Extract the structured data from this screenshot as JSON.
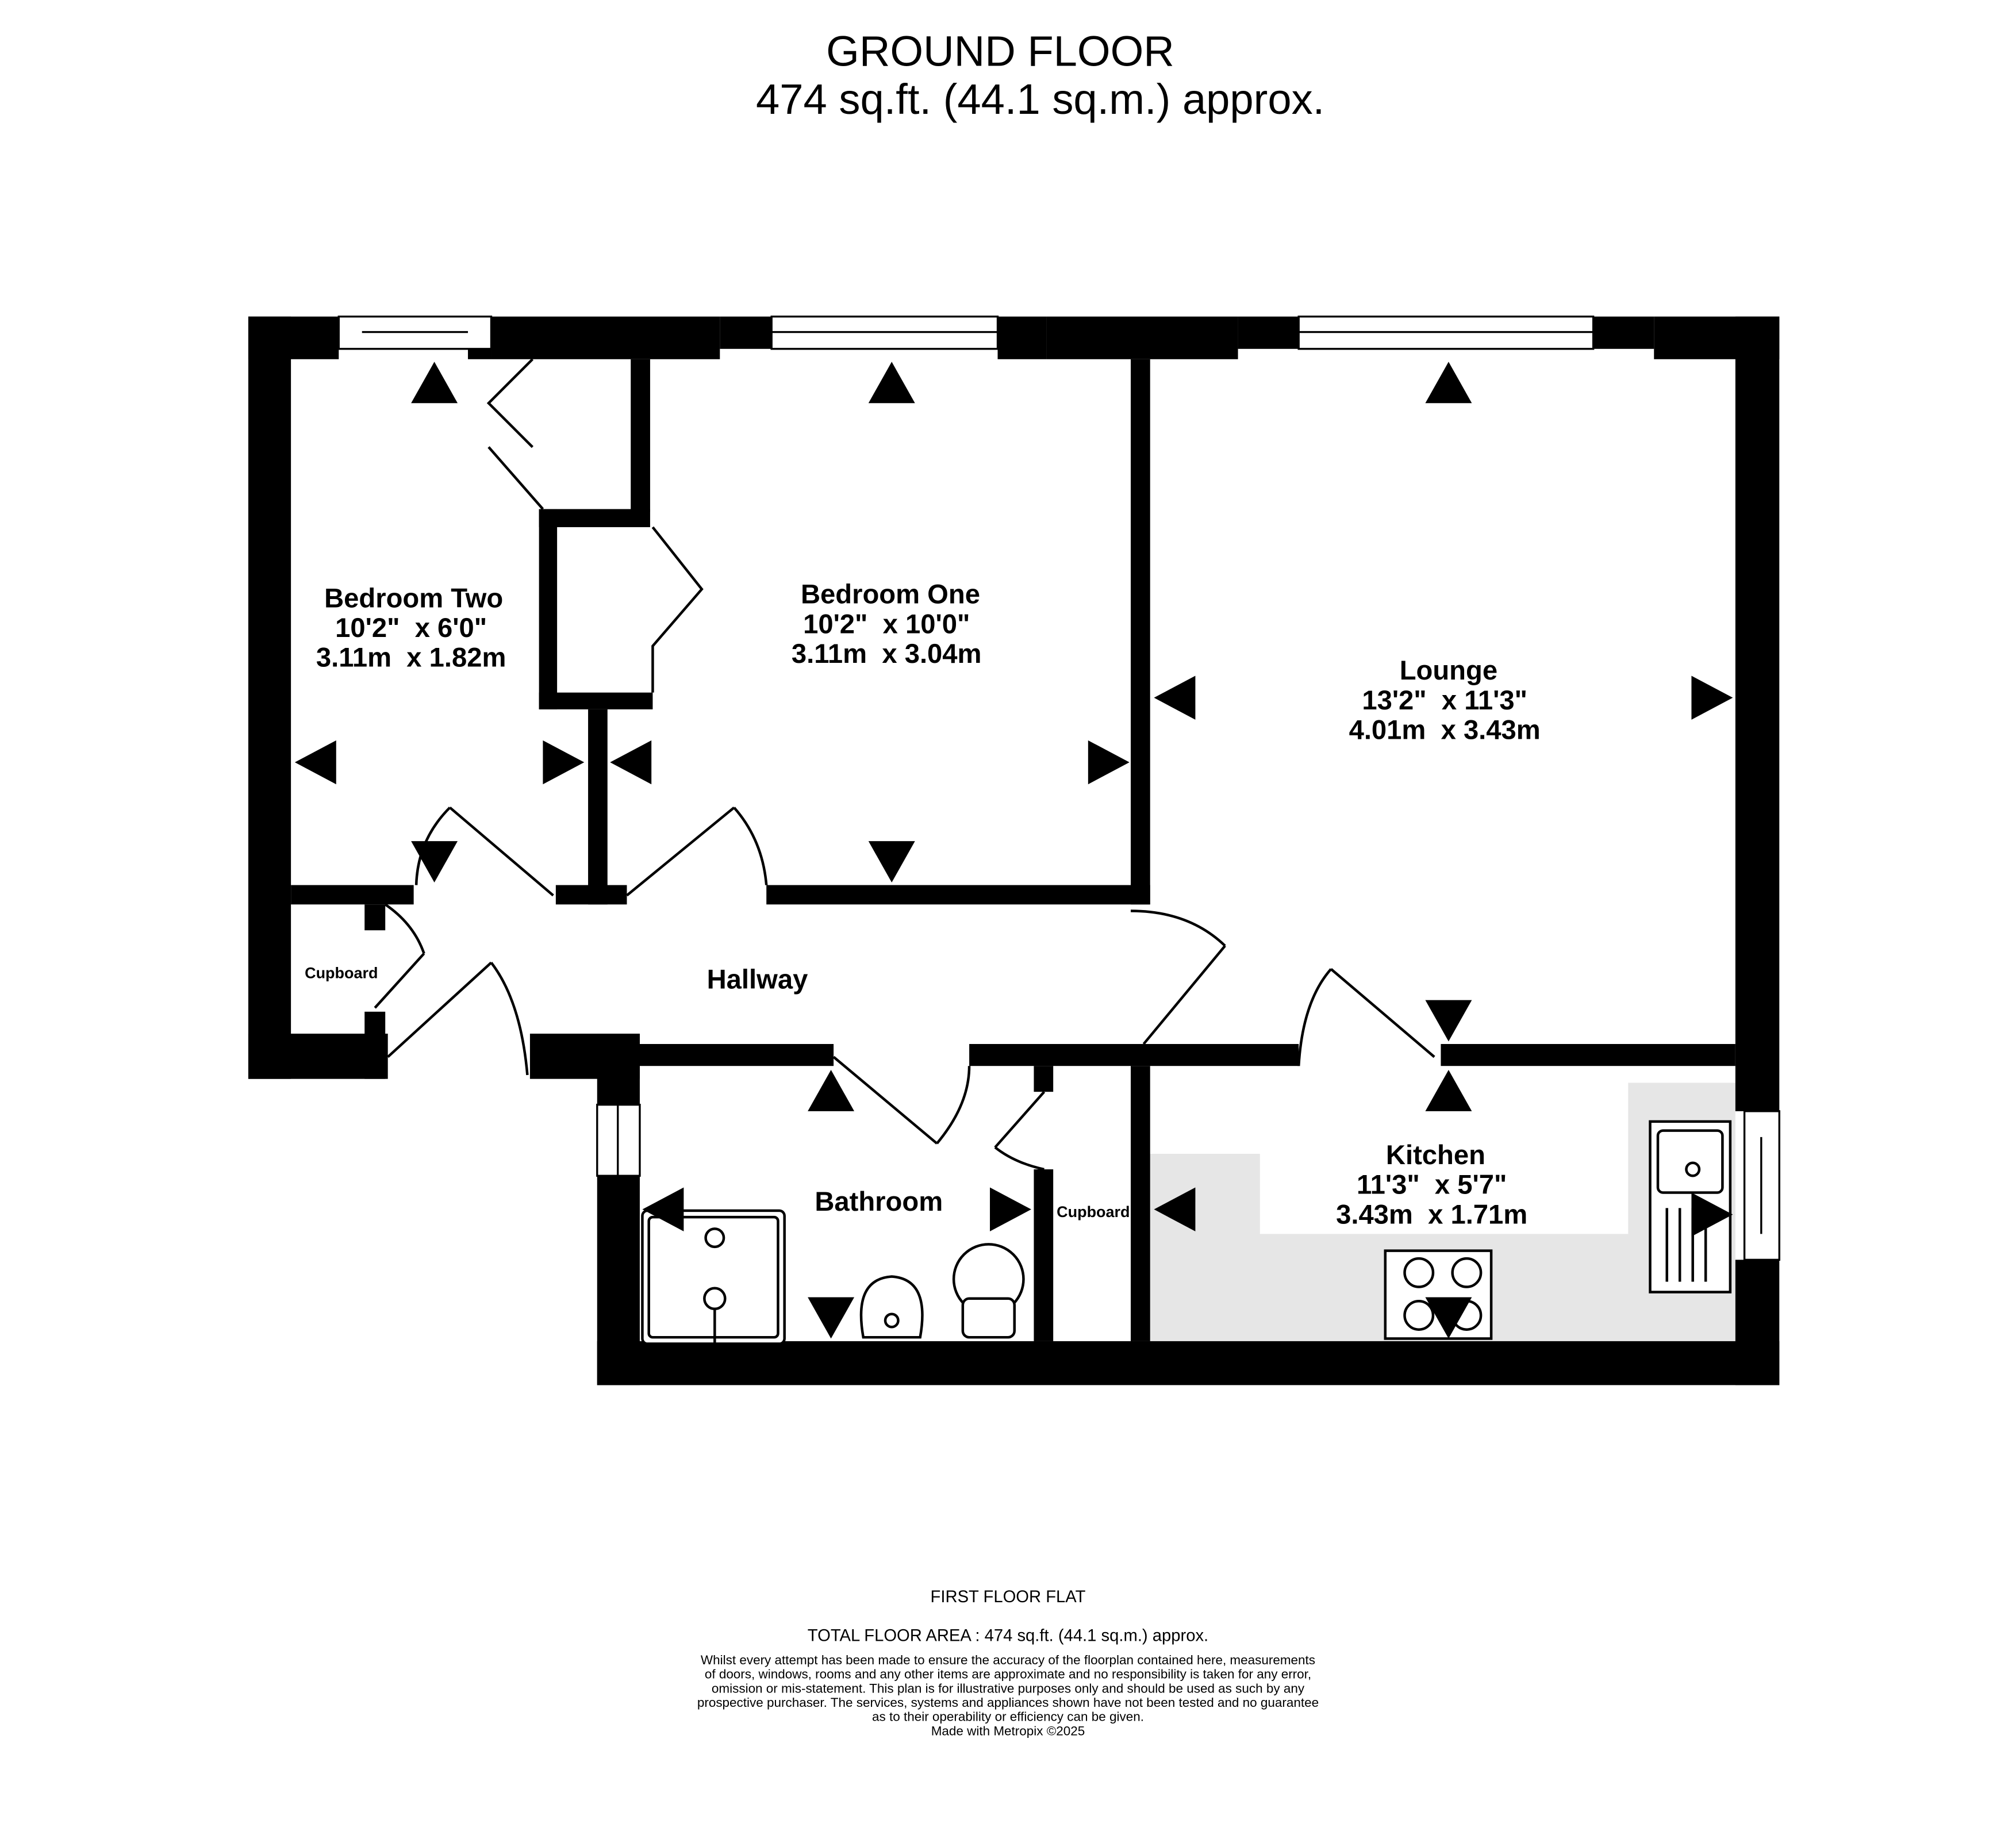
{
  "header": {
    "title": "GROUND FLOOR",
    "area": "474 sq.ft. (44.1 sq.m.) approx."
  },
  "rooms": [
    {
      "name": "Bedroom Two",
      "imperial": "10'2\"  x 6'0\"",
      "metric": "3.11m  x 1.82m"
    },
    {
      "name": "Bedroom One",
      "imperial": "10'2\"  x 10'0\"",
      "metric": "3.11m  x 3.04m"
    },
    {
      "name": "Lounge",
      "imperial": "13'2\"  x 11'3\"",
      "metric": "4.01m  x 3.43m"
    },
    {
      "name": "Kitchen",
      "imperial": "11'3\"  x 5'7\"",
      "metric": "3.43m  x 1.71m"
    },
    {
      "name": "Bathroom"
    },
    {
      "name": "Hallway"
    },
    {
      "name": "Cupboard"
    },
    {
      "name": "Cupboard"
    }
  ],
  "footer": {
    "flat": "FIRST FLOOR FLAT",
    "total": "TOTAL FLOOR AREA : 474 sq.ft. (44.1 sq.m.) approx.",
    "disclaimer": [
      "Whilst every attempt has been made to ensure the accuracy of the floorplan contained here, measurements",
      "of doors, windows, rooms and any other items are approximate and no responsibility is taken for any error,",
      "omission or mis-statement. This plan is for illustrative purposes only and should be used as such by any",
      "prospective purchaser. The services, systems and appliances shown have not been tested and no guarantee",
      "as to their operability or efficiency can be given."
    ],
    "credit": "Made with Metropix ©2025"
  },
  "colors": {
    "wall": "#000000",
    "counter": "#e6e6e6",
    "window": "#ffffff"
  }
}
